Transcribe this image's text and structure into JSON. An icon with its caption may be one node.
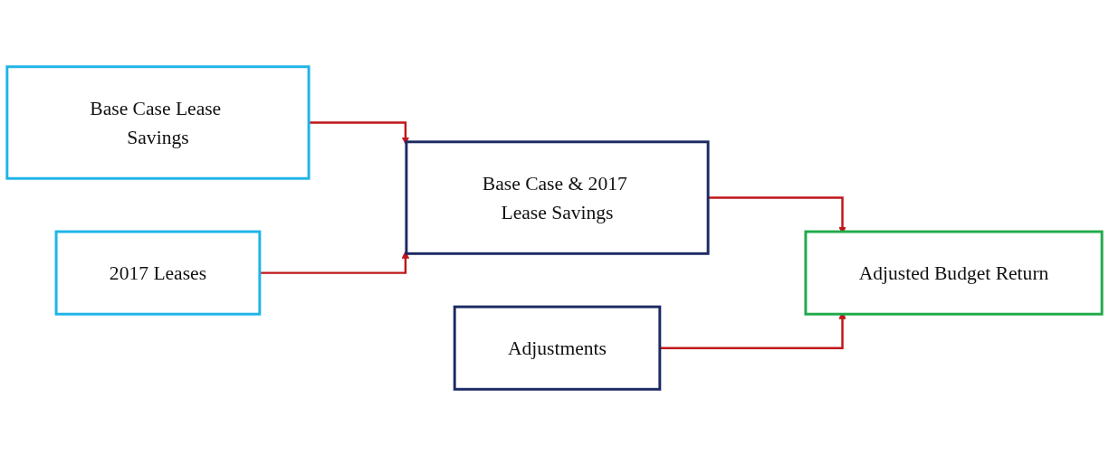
{
  "diagram": {
    "nodes": [
      {
        "text": [
          "Base Case Lease Savings"
        ]
      },
      {
        "text": [
          "2017 Leases"
        ]
      },
      {
        "text": [
          "Base Case & 2017 Lease Savings"
        ]
      },
      {
        "text": [
          "Adjustments"
        ]
      },
      {
        "text": [
          "Adjusted Budget Return"
        ]
      }
    ],
    "edges": [
      {
        "from": 0,
        "to": 2,
        "arrow": "to"
      },
      {
        "from": 1,
        "to": 2,
        "arrow": "to"
      },
      {
        "from": 2,
        "to": 4,
        "arrow": "to"
      },
      {
        "from": 3,
        "to": 4,
        "arrow": "to"
      }
    ]
  }
}
